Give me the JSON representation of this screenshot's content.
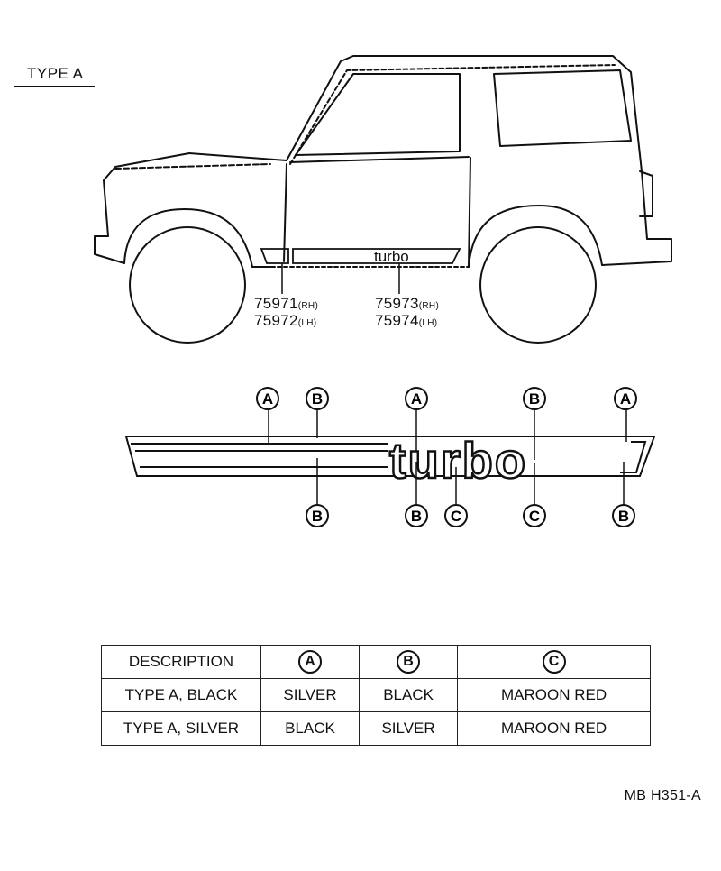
{
  "header": {
    "type_label": "TYPE A"
  },
  "parts": {
    "rear_rh": "75971",
    "rear_rh_side": "(RH)",
    "rear_lh": "75972",
    "rear_lh_side": "(LH)",
    "main_rh": "75973",
    "main_rh_side": "(RH)",
    "main_lh": "75974",
    "main_lh_side": "(LH)"
  },
  "stripe": {
    "text": "turbo"
  },
  "callouts": {
    "a": "A",
    "b": "B",
    "c": "C"
  },
  "legend": {
    "header": [
      "DESCRIPTION",
      "A",
      "B",
      "C"
    ],
    "rows": [
      [
        "TYPE A, BLACK",
        "SILVER",
        "BLACK",
        "MAROON RED"
      ],
      [
        "TYPE A, SILVER",
        "BLACK",
        "SILVER",
        "MAROON RED"
      ]
    ]
  },
  "footer": {
    "code": "MB H351-A"
  }
}
